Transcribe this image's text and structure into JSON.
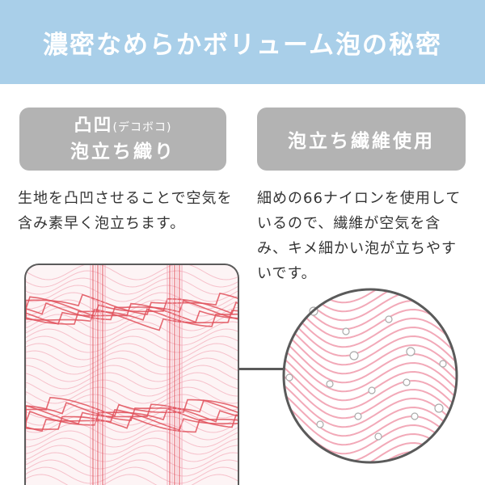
{
  "banner": {
    "title": "濃密なめらかボリューム泡の秘密"
  },
  "features": [
    {
      "title_main": "凸凹",
      "title_sub": "(デコボコ)",
      "title_line2": "泡立ち織り",
      "description": "生地を凸凹させることで空気を含み素早く泡立ちます。"
    },
    {
      "title_line1": "泡立ち繊維使用",
      "description": "細めの66ナイロンを使用しているので、繊維が空気を含み、キメ細かい泡が立ちやすいです。"
    }
  ],
  "colors": {
    "banner": "#a9cfe9",
    "pill": "#b3b3b3",
    "fabric_red": "#e0505a",
    "fabric_pink": "#f2a9b8",
    "text": "#333333"
  },
  "illustrations": {
    "left": "knit-fabric-texture-illustration",
    "right": "magnified-fiber-bubbles-illustration"
  }
}
